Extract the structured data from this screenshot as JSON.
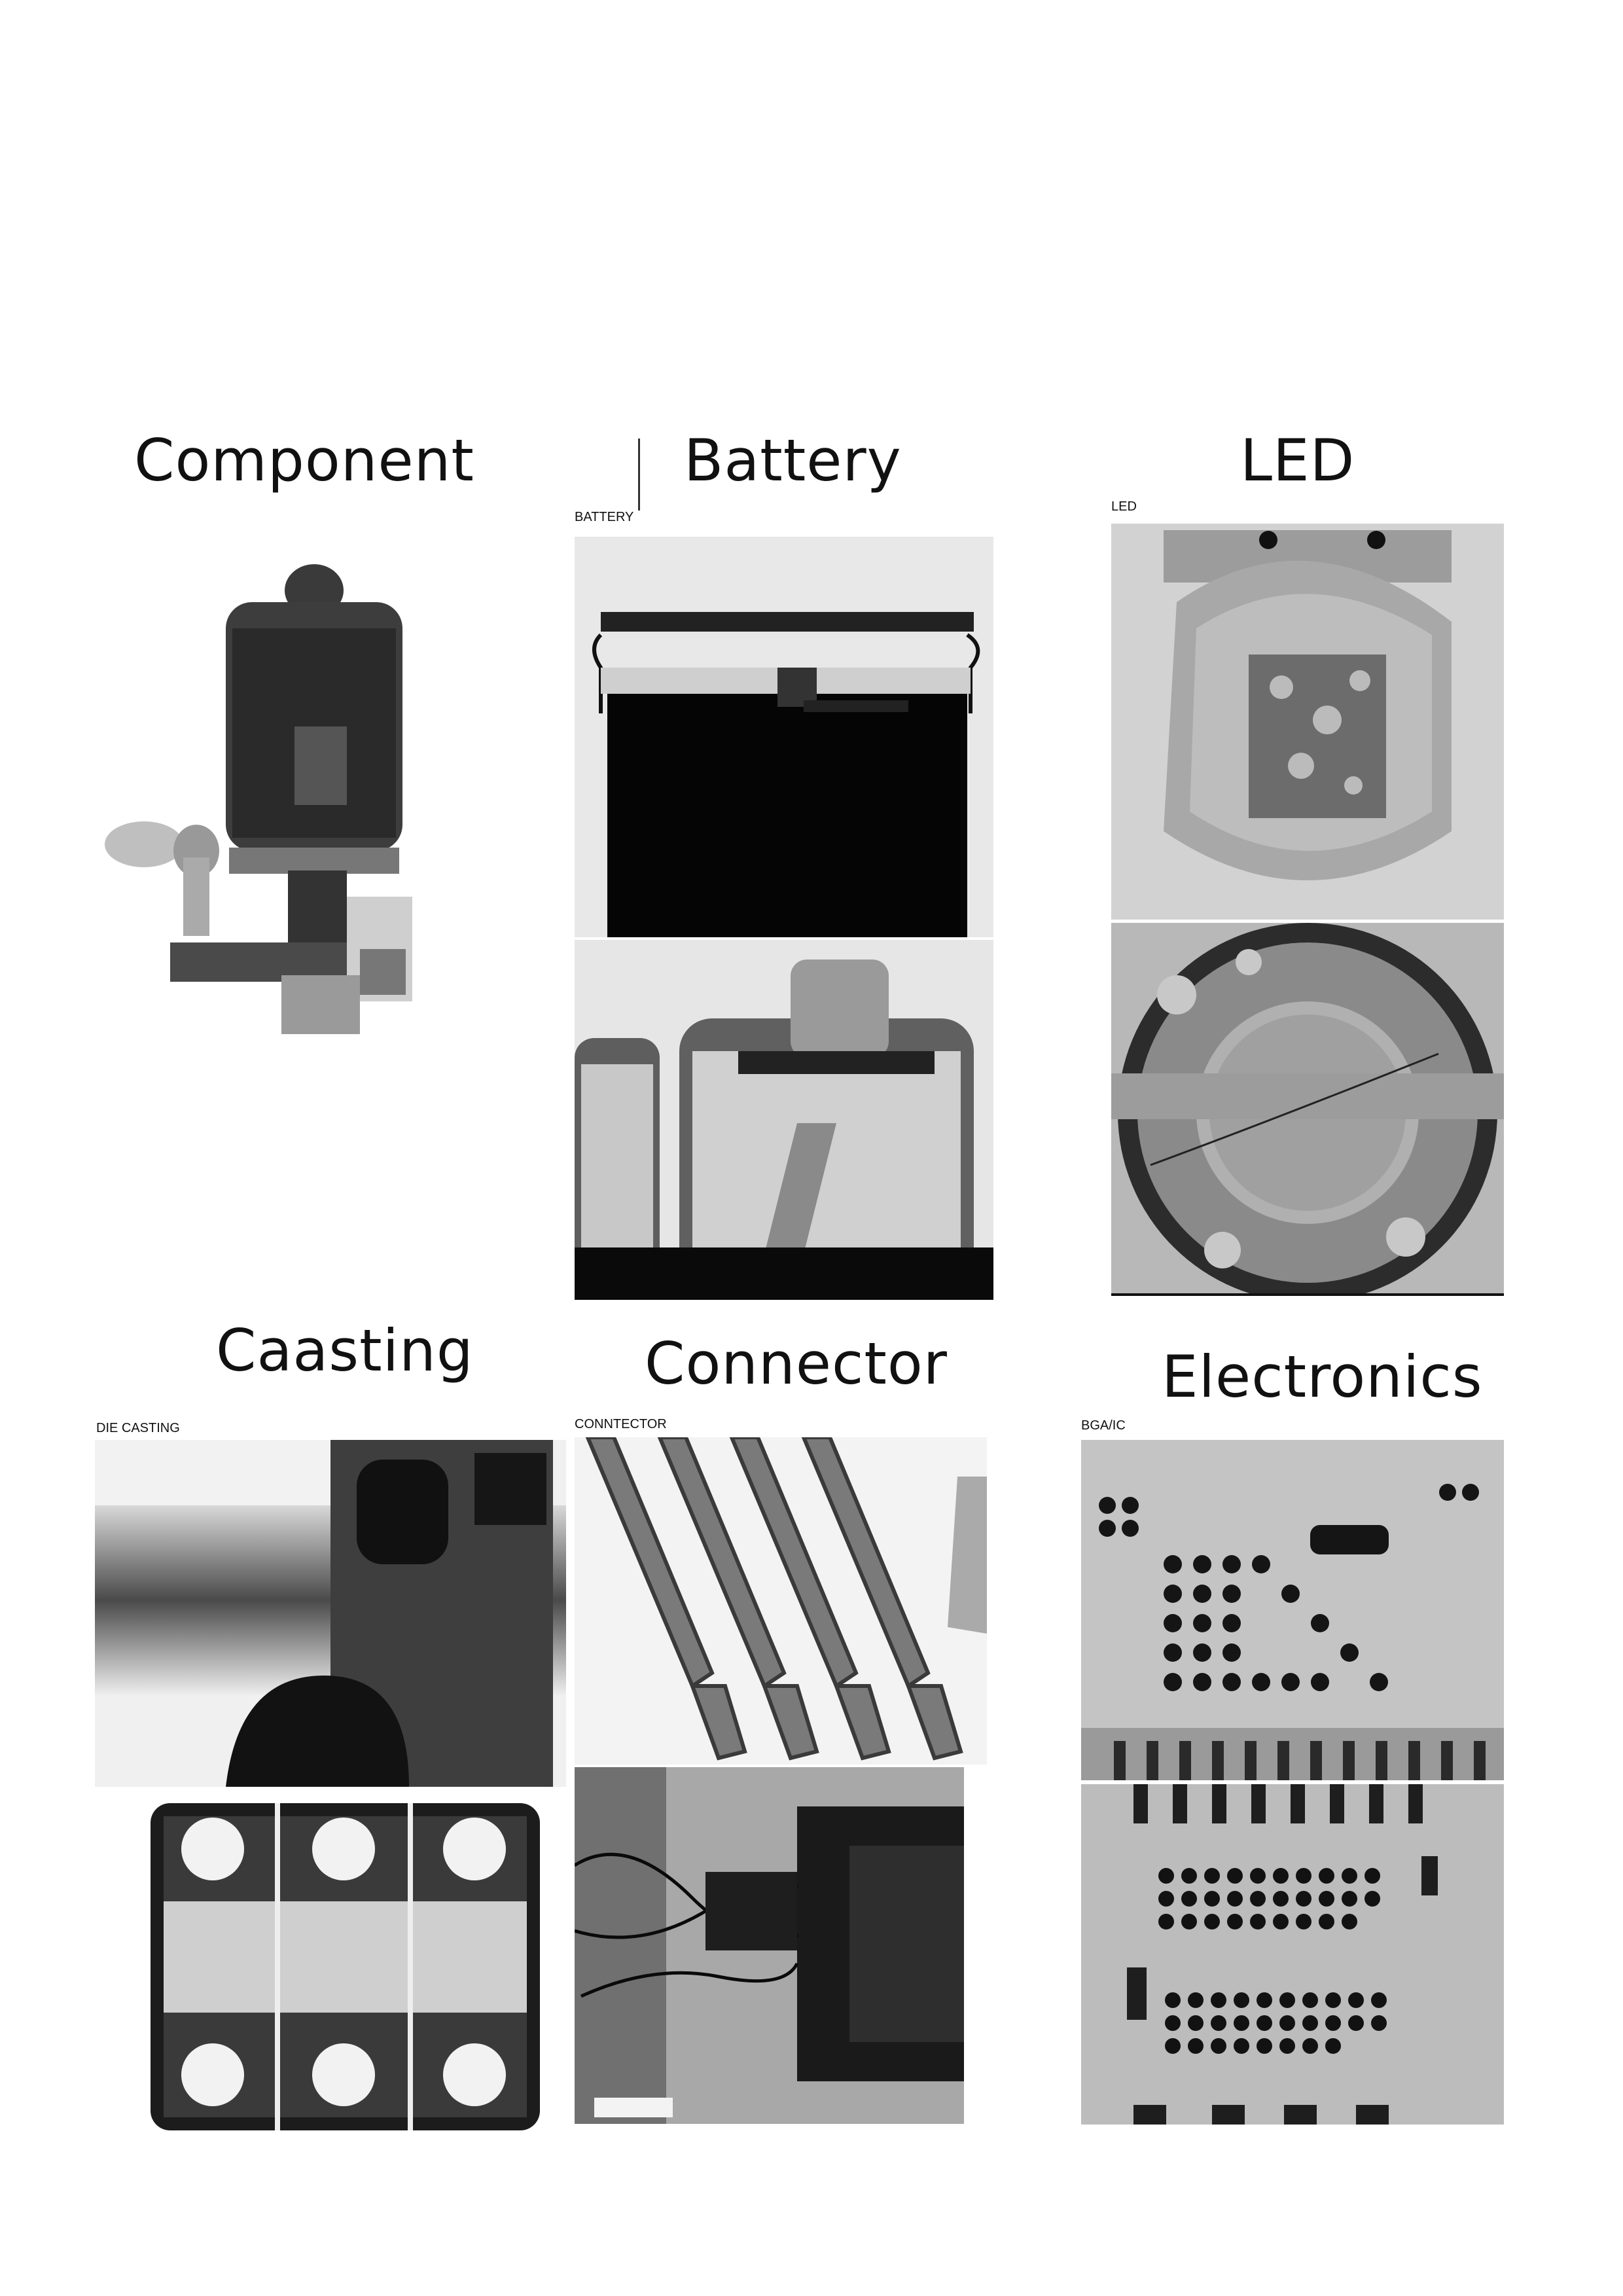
{
  "sections": {
    "component": {
      "heading": "Component"
    },
    "battery": {
      "heading": "Battery",
      "caption": "BATTERY"
    },
    "led": {
      "heading": "LED",
      "caption": "LED"
    },
    "casting": {
      "heading": "Caasting",
      "caption": "DIE CASTING"
    },
    "connector": {
      "heading": "Connector",
      "caption": "CONNTECTOR"
    },
    "electronics": {
      "heading": "Electronics",
      "caption": "BGA/IC"
    }
  },
  "images": [
    {
      "id": "component-xray",
      "icon": "x-ray-image"
    },
    {
      "id": "battery-xray-1",
      "icon": "x-ray-image"
    },
    {
      "id": "battery-xray-2",
      "icon": "x-ray-image"
    },
    {
      "id": "led-xray-1",
      "icon": "x-ray-image"
    },
    {
      "id": "led-xray-2",
      "icon": "x-ray-image"
    },
    {
      "id": "die-casting-xray-1",
      "icon": "x-ray-image"
    },
    {
      "id": "die-casting-xray-2",
      "icon": "x-ray-image"
    },
    {
      "id": "connector-xray-1",
      "icon": "x-ray-image"
    },
    {
      "id": "connector-xray-2",
      "icon": "x-ray-image"
    },
    {
      "id": "bga-ic-xray-1",
      "icon": "x-ray-image"
    },
    {
      "id": "bga-ic-xray-2",
      "icon": "x-ray-image"
    }
  ],
  "colors": {
    "background": "#ffffff",
    "text": "#111111"
  }
}
